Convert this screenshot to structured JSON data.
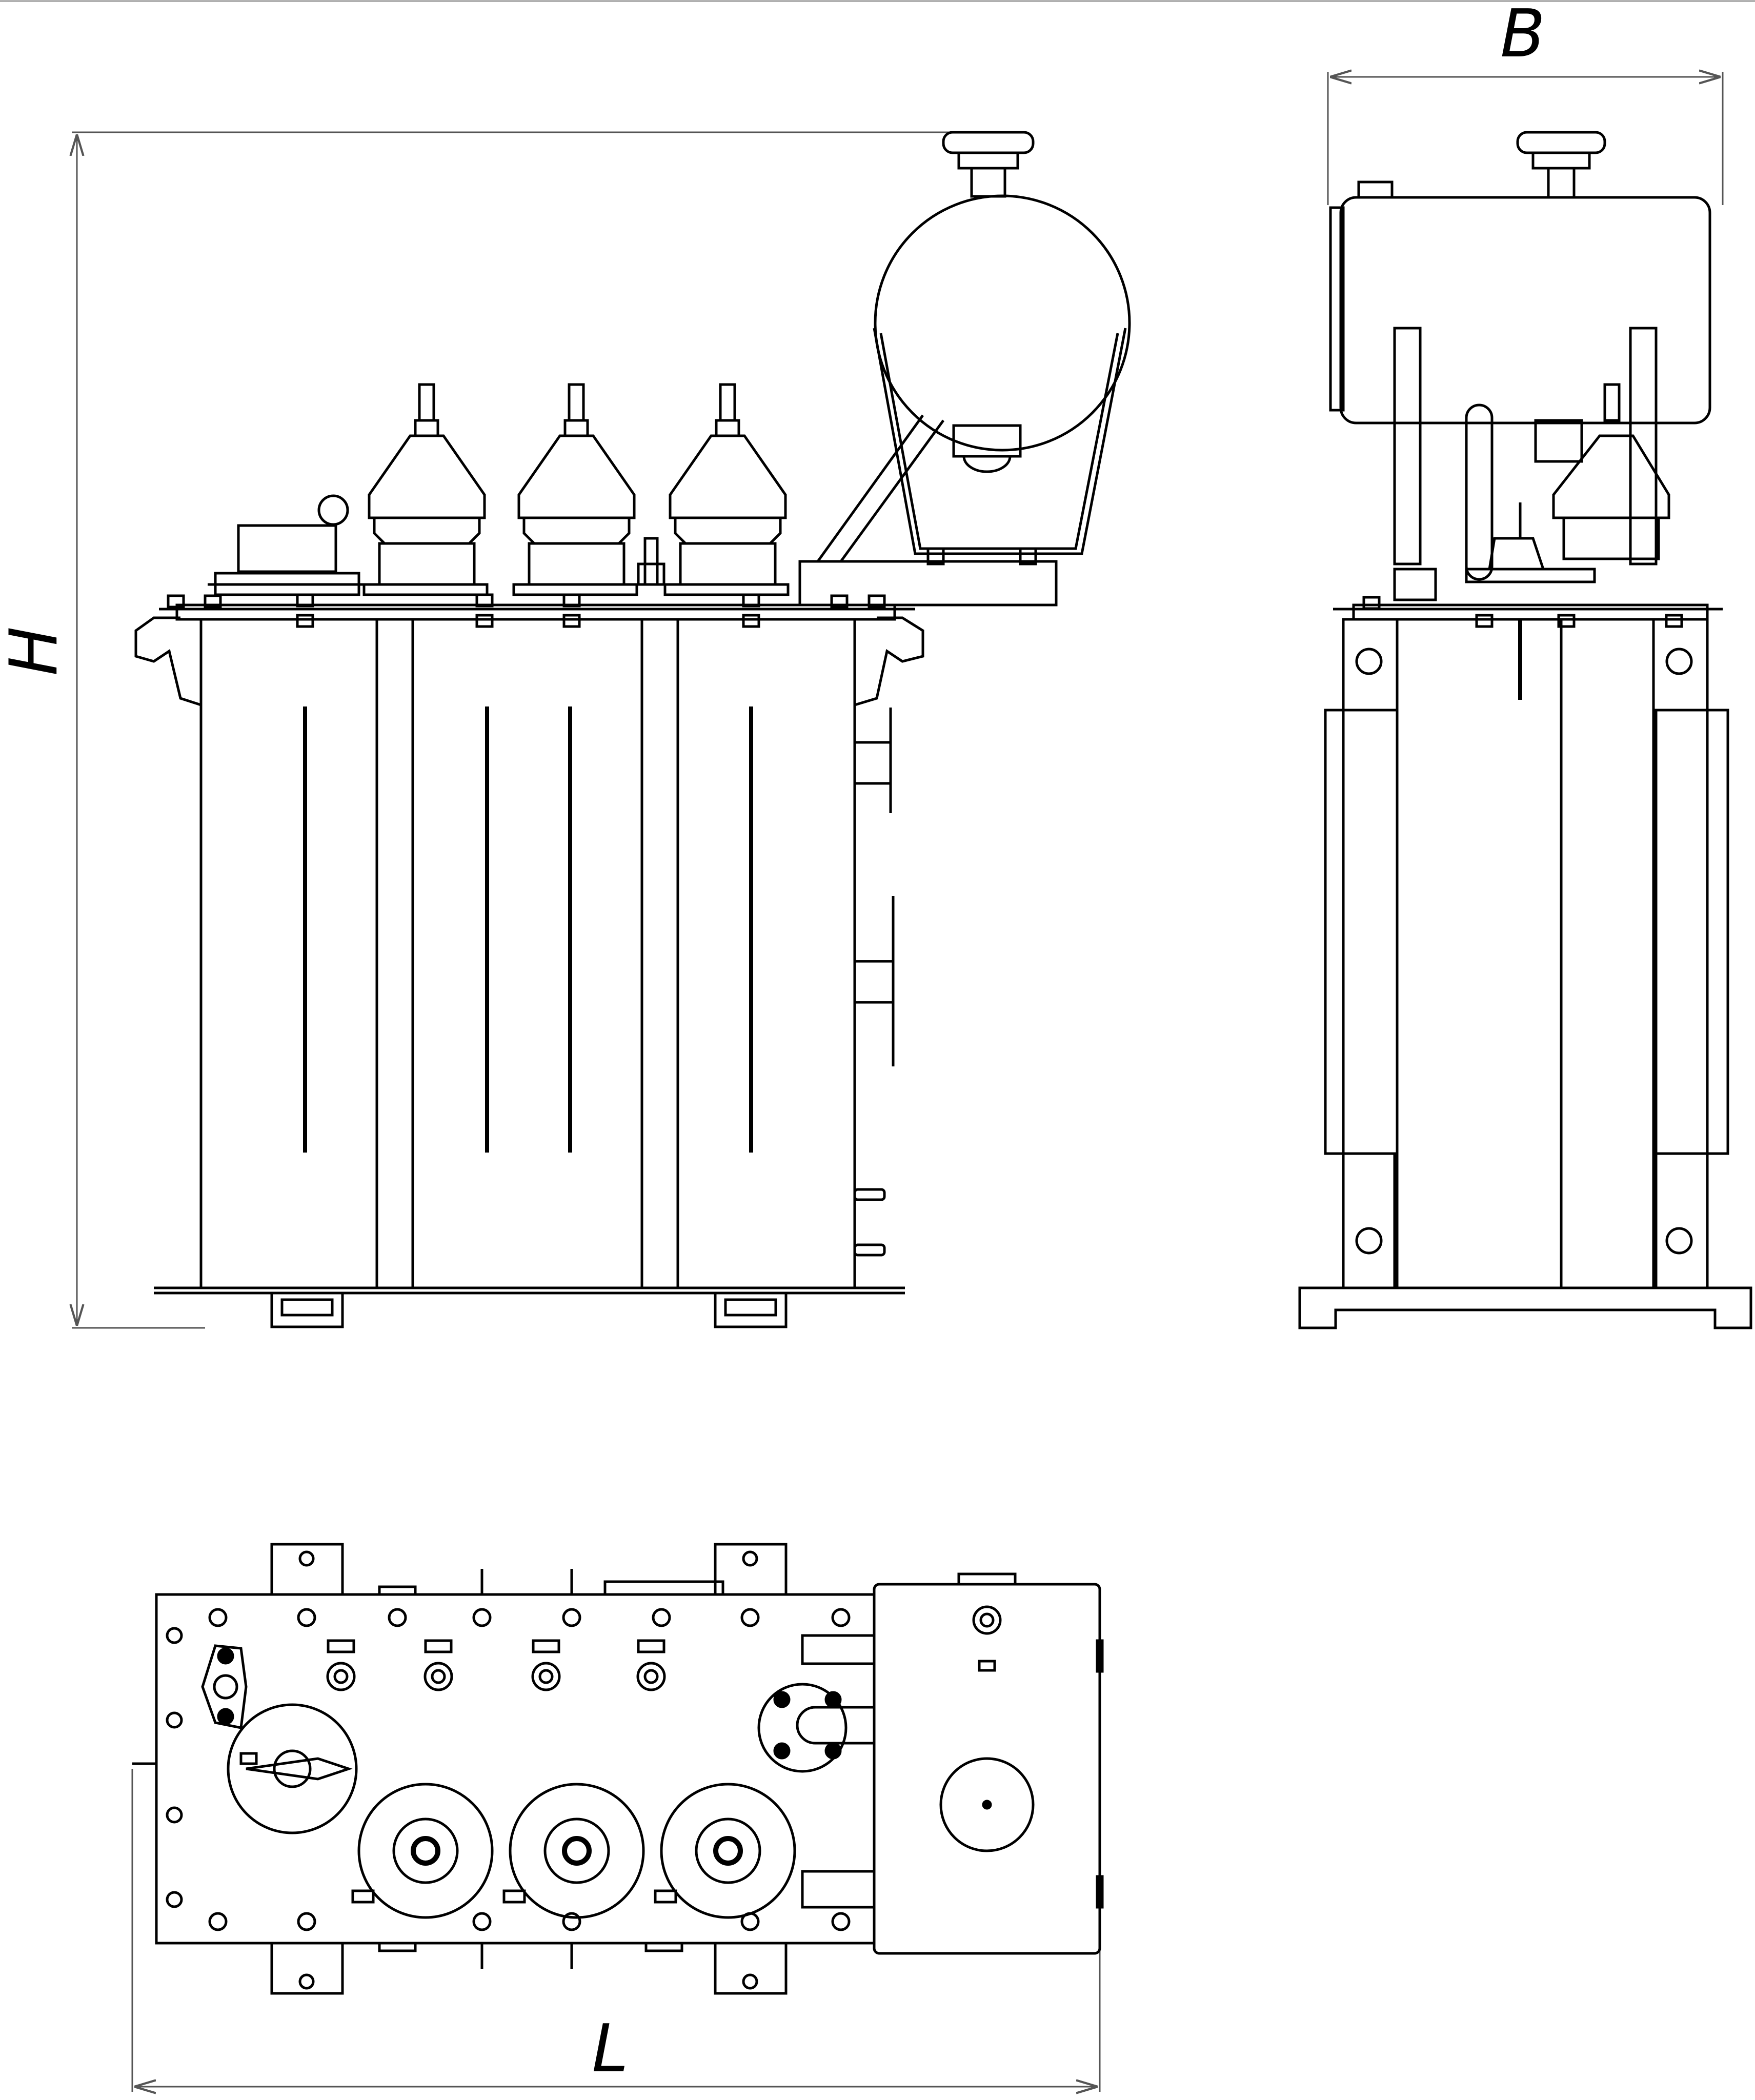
{
  "dimensions": {
    "height_label": "H",
    "width_label": "B",
    "length_label": "L"
  },
  "views": [
    {
      "name": "front-view"
    },
    {
      "name": "side-view"
    },
    {
      "name": "top-view"
    }
  ],
  "colors": {
    "line": "#000000",
    "dimension_line": "#555555",
    "background": "#ffffff"
  }
}
